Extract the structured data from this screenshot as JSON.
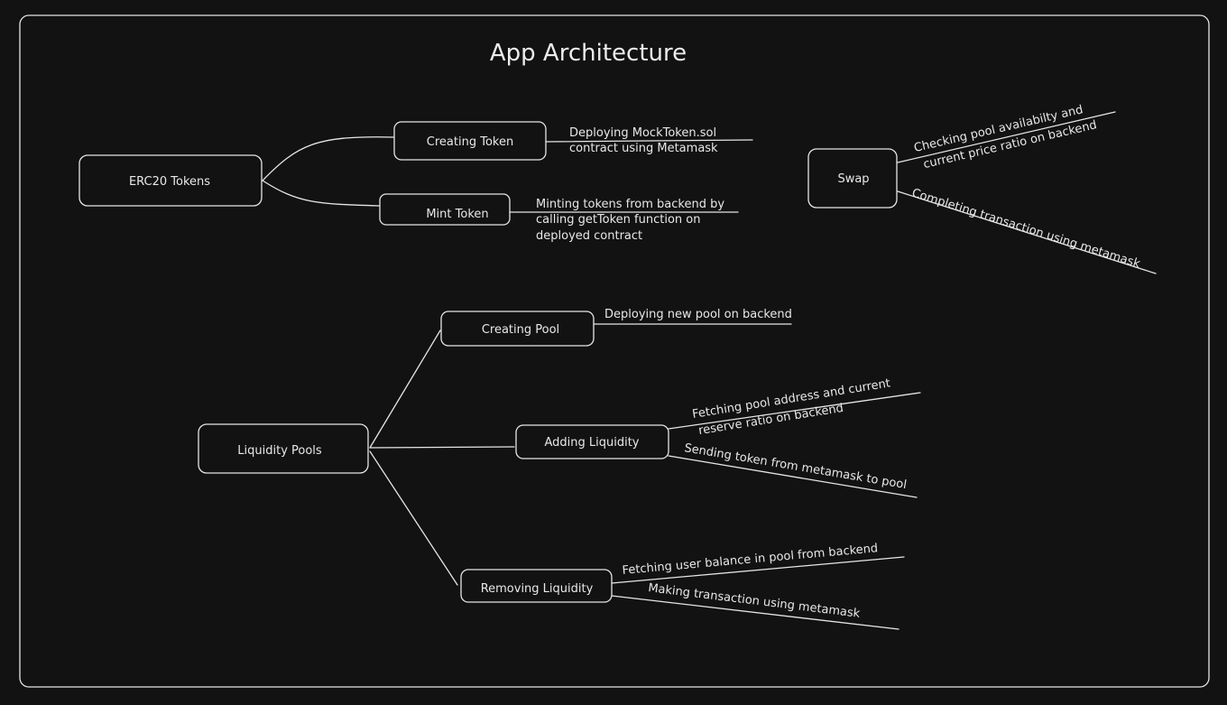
{
  "diagram": {
    "title": "App Architecture",
    "erc20": {
      "root": "ERC20 Tokens",
      "creating_token": "Creating Token",
      "creating_token_note": [
        "Deploying MockToken.sol",
        "contract using Metamask"
      ],
      "mint_token": "Mint Token",
      "mint_token_note": [
        "Minting tokens from backend by",
        "calling getToken function on",
        "deployed contract"
      ]
    },
    "swap": {
      "root": "Swap",
      "note_1": [
        "Checking pool availabilty and",
        "current price ratio on backend"
      ],
      "note_2": "Completing transaction using metamask"
    },
    "liquidity": {
      "root": "Liquidity Pools",
      "creating_pool": "Creating Pool",
      "creating_pool_note": "Deploying new pool on backend",
      "adding_liquidity": "Adding Liquidity",
      "adding_note_1": [
        "Fetching pool address and current",
        "reserve ratio on backend"
      ],
      "adding_note_2": "Sending token from metamask to pool",
      "removing_liquidity": "Removing Liquidity",
      "removing_note_1": "Fetching user balance in pool from backend",
      "removing_note_2": "Making transaction using metamask"
    },
    "colors": {
      "background": "#121212",
      "stroke": "#e6e6e6",
      "text": "#e8e8e8"
    }
  }
}
